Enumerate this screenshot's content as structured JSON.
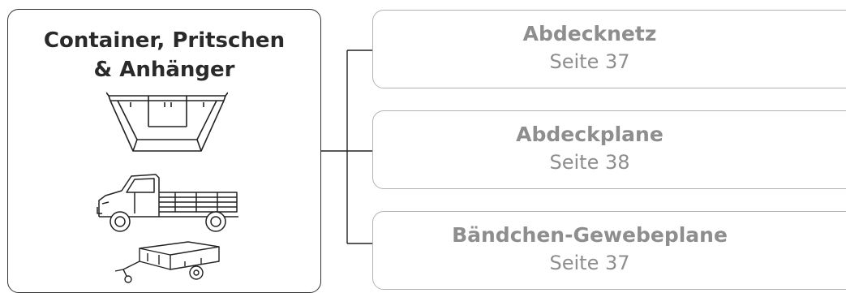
{
  "category": {
    "title_line1": "Container, Pritschen",
    "title_line2": "& Anhänger"
  },
  "items": [
    {
      "title": "Abdecknetz",
      "page": "Seite 37"
    },
    {
      "title": "Abdeckplane",
      "page": "Seite 38"
    },
    {
      "title": "Bändchen-Gewebeplane",
      "page": "Seite 37"
    }
  ],
  "colors": {
    "main_border": "#333333",
    "item_border": "#b3b3b3",
    "item_text": "#8e8e8e",
    "main_text": "#2a2a2a"
  },
  "illustrations": [
    "skip-container-icon",
    "pickup-truck-icon",
    "trailer-icon"
  ]
}
